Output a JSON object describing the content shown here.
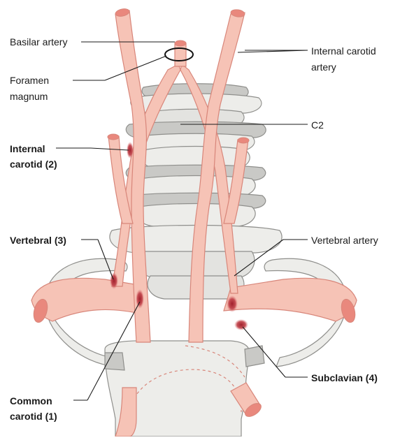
{
  "labels": {
    "basilar_artery": "Basilar artery",
    "foramen_line1": "Foramen",
    "foramen_line2": "magnum",
    "internal_carotid_artery_line1": "Internal carotid",
    "internal_carotid_artery_line2": "artery",
    "c2": "C2",
    "internal_carotid_2_line1": "Internal",
    "internal_carotid_2_line2": "carotid (2)",
    "vertebral_3": "Vertebral (3)",
    "vertebral_artery": "Vertebral artery",
    "common_carotid_1_line1": "Common",
    "common_carotid_1_line2": "carotid (1)",
    "subclavian_4": "Subclavian (4)"
  },
  "colors": {
    "artery_fill": "#f6c3b6",
    "artery_stroke": "#d8867a",
    "artery_cut_end": "#e9887d",
    "stenosis_site": "#b8323a",
    "bone_fill": "#ededea",
    "bone_shadow": "#c9c9c6",
    "bone_stroke": "#8f8f8c",
    "leader_line": "#1a1a1a"
  }
}
